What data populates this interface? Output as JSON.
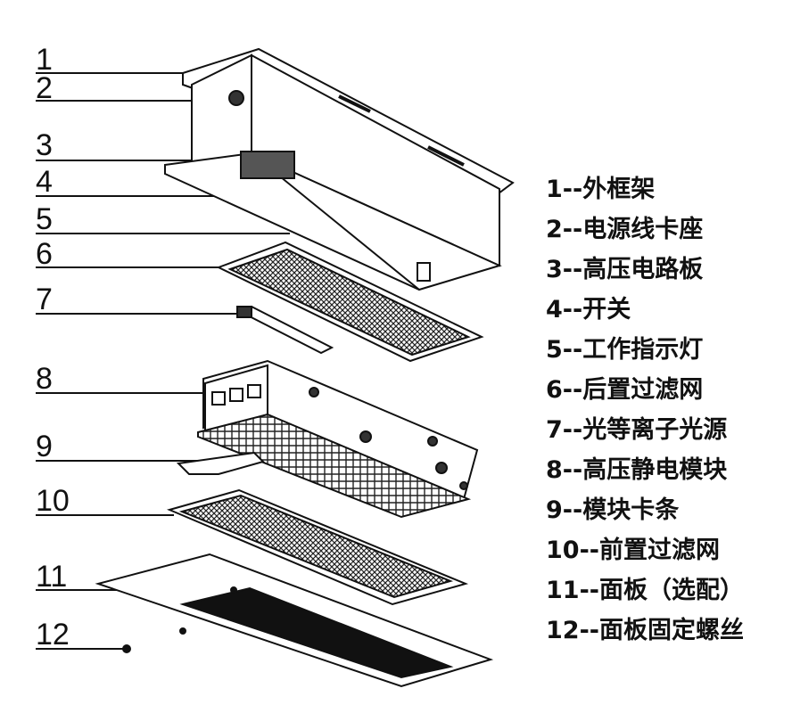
{
  "callouts": [
    "1",
    "2",
    "3",
    "4",
    "5",
    "6",
    "7",
    "8",
    "9",
    "10",
    "11",
    "12"
  ],
  "legend": [
    "1--外框架",
    "2--电源线卡座",
    "3--高压电路板",
    "4--开关",
    "5--工作指示灯",
    "6--后置过滤网",
    "7--光等离子光源",
    "8--高压静电模块",
    "9--模块卡条",
    "10--前置过滤网",
    "11--面板（选配）",
    "12--面板固定螺丝"
  ]
}
